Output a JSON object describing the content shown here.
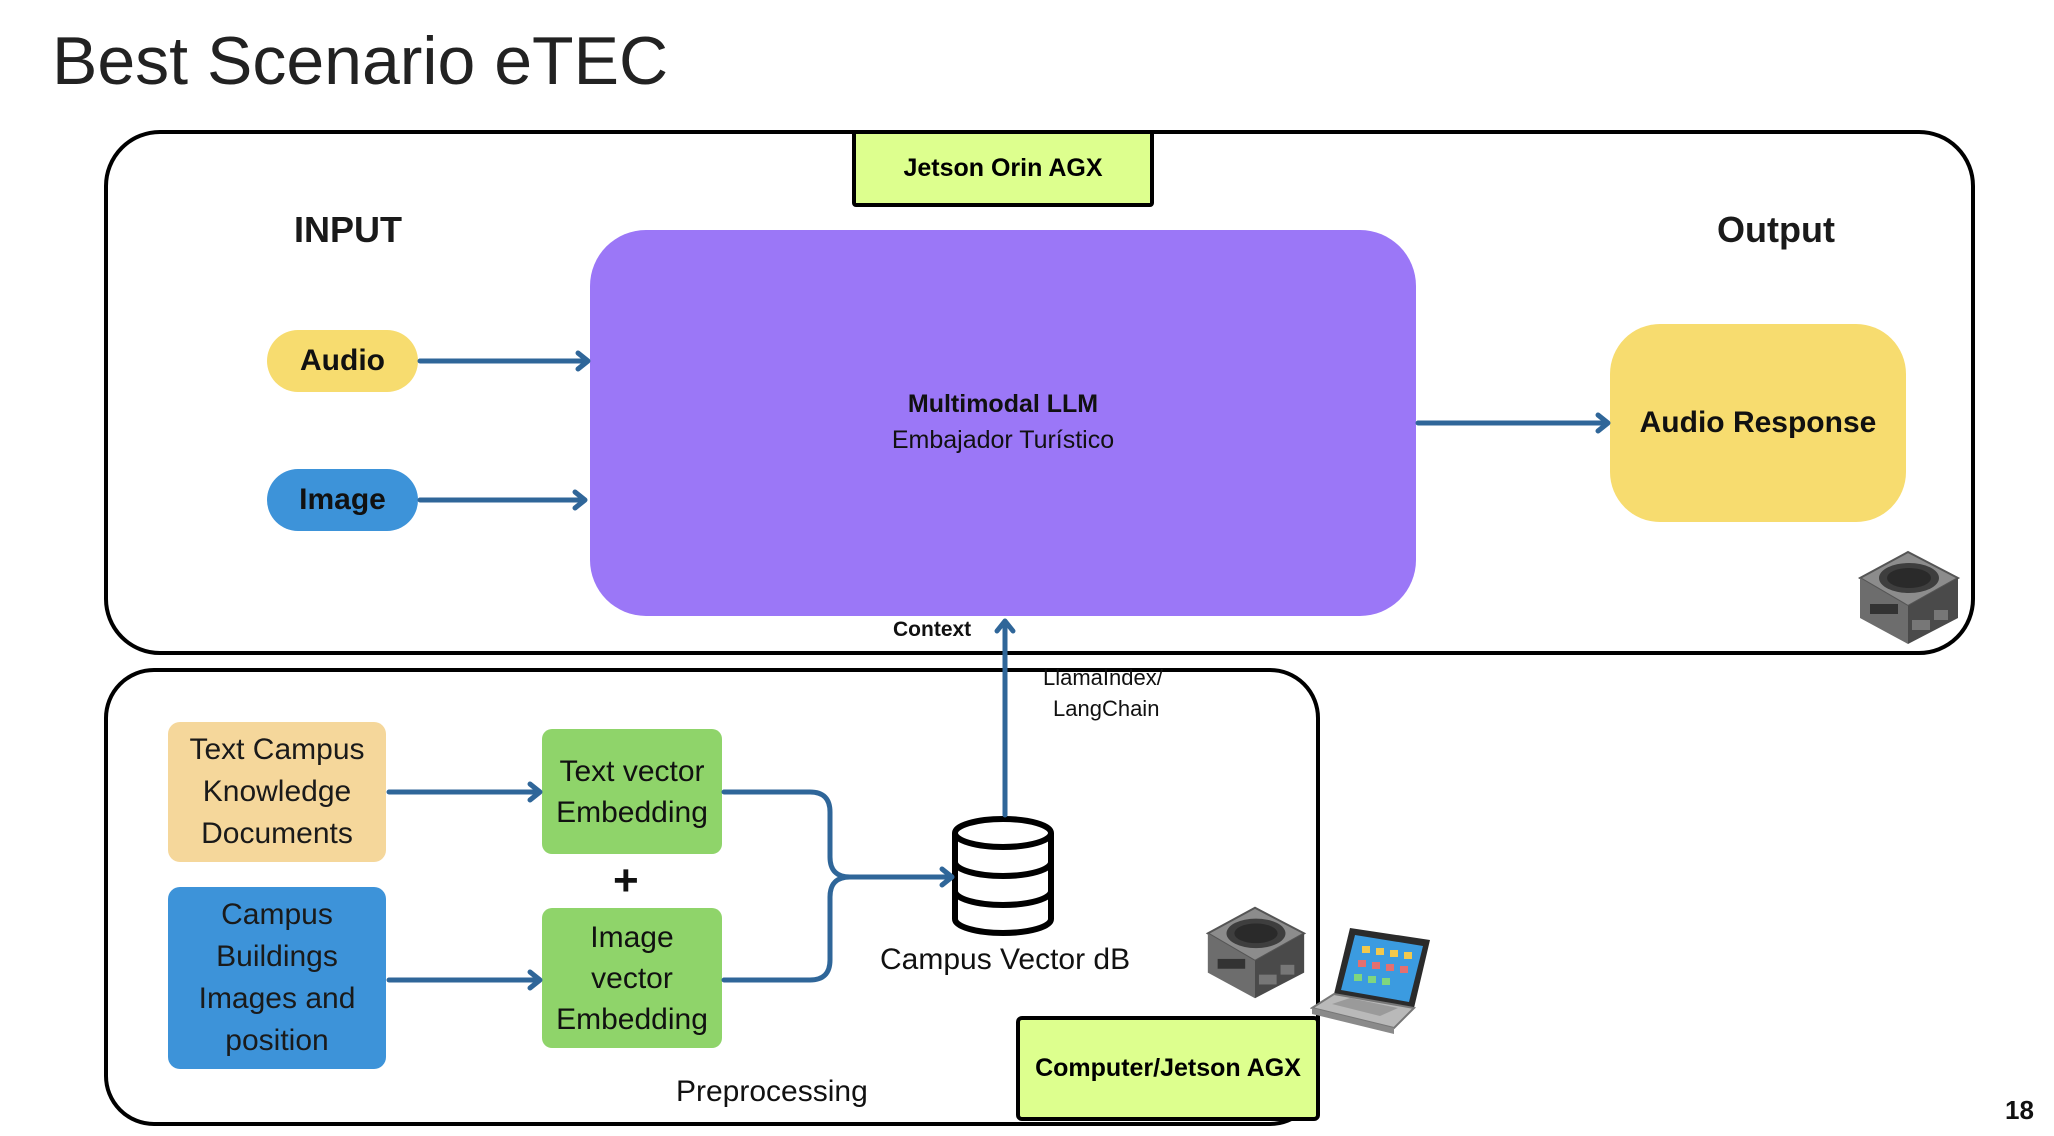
{
  "title": "Best Scenario eTEC",
  "slide_number": "18",
  "top_panel": {
    "device_label": "Jetson Orin AGX",
    "input_heading": "INPUT",
    "output_heading": "Output",
    "inputs": [
      {
        "label": "Audio",
        "color": "#f7dc6f"
      },
      {
        "label": "Image",
        "color": "#3d93d9"
      }
    ],
    "llm": {
      "title": "Multimodal LLM",
      "subtitle": "Embajador Turístico",
      "color": "#9b77f7"
    },
    "output": {
      "label": "Audio Response",
      "color": "#f7dc6f"
    },
    "device_icon": "jetson-device-icon"
  },
  "connector": {
    "context_label": "Context",
    "framework_label_line1": "LlamaIndex/",
    "framework_label_line2": "LangChain"
  },
  "bottom_panel": {
    "label": "Preprocessing",
    "device_label": "Computer/Jetson AGX",
    "sources": [
      {
        "label": "Text Campus Knowledge Documents",
        "color": "#f5d79b"
      },
      {
        "label": "Campus Buildings Images and position",
        "color": "#3d93d9"
      }
    ],
    "embeddings": [
      {
        "label": "Text vector Embedding",
        "color": "#8fd46a"
      },
      {
        "label": "Image vector Embedding",
        "color": "#8fd46a"
      }
    ],
    "plus": "+",
    "vector_db": "Campus Vector dB",
    "icons": [
      "database-icon",
      "jetson-device-icon",
      "laptop-icon"
    ]
  }
}
